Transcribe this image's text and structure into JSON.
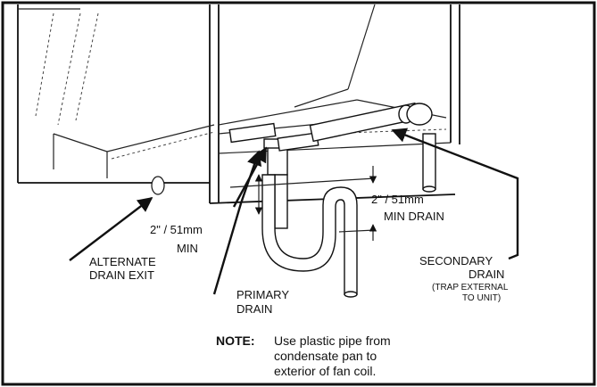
{
  "labels": {
    "alternate_drain_exit_line1": "ALTERNATE",
    "alternate_drain_exit_line2": "DRAIN EXIT",
    "min_height_value": "2\" / 51mm",
    "min_height_suffix": "MIN",
    "min_drain_value": "2\" / 51mm",
    "min_drain_suffix": "MIN DRAIN",
    "primary_drain_line1": "PRIMARY",
    "primary_drain_line2": "DRAIN",
    "secondary_drain_line1": "SECONDARY",
    "secondary_drain_line2": "DRAIN",
    "secondary_drain_note_line1": "(TRAP EXTERNAL",
    "secondary_drain_note_line2": "TO UNIT)"
  },
  "note": {
    "heading": "NOTE:",
    "line1": "Use plastic pipe from",
    "line2": "condensate pan to",
    "line3": "exterior of fan coil."
  }
}
